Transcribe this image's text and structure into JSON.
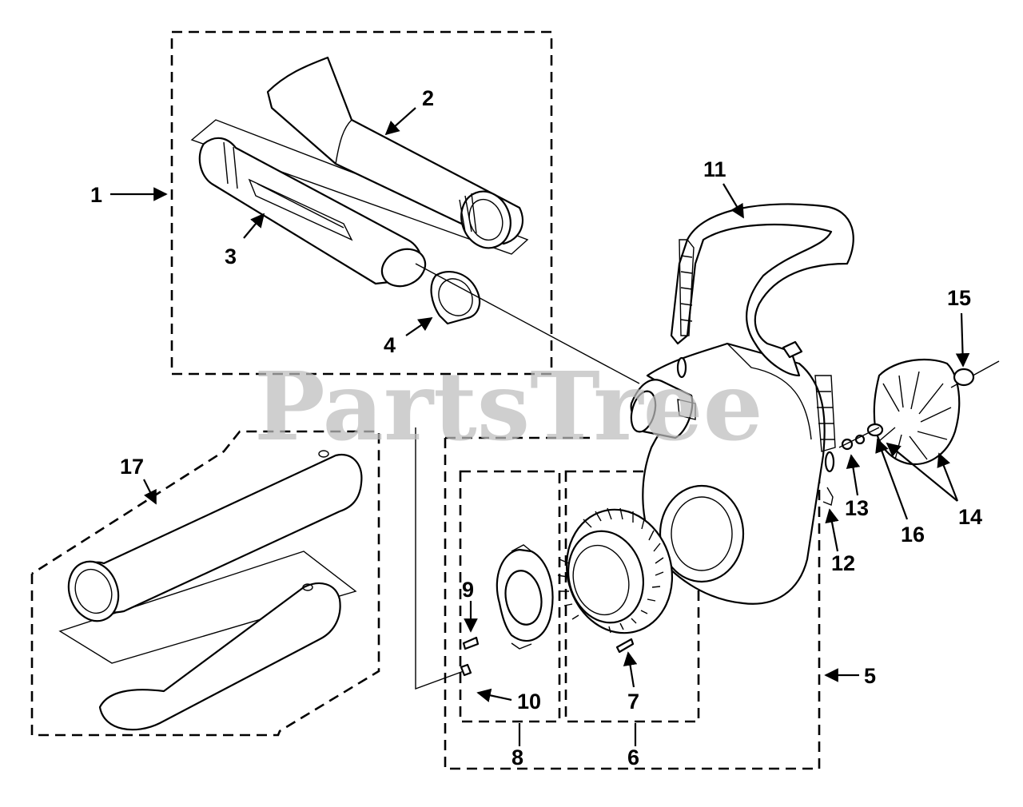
{
  "watermark": "PartsTree",
  "callouts": {
    "c1": "1",
    "c2": "2",
    "c3": "3",
    "c4": "4",
    "c5": "5",
    "c6": "6",
    "c7": "7",
    "c8": "8",
    "c9": "9",
    "c10": "10",
    "c11": "11",
    "c12": "12",
    "c13": "13",
    "c14": "14",
    "c15": "15",
    "c16": "16",
    "c17": "17"
  },
  "colors": {
    "line": "#000000",
    "background": "#ffffff",
    "watermark": "#bdbdbd"
  }
}
